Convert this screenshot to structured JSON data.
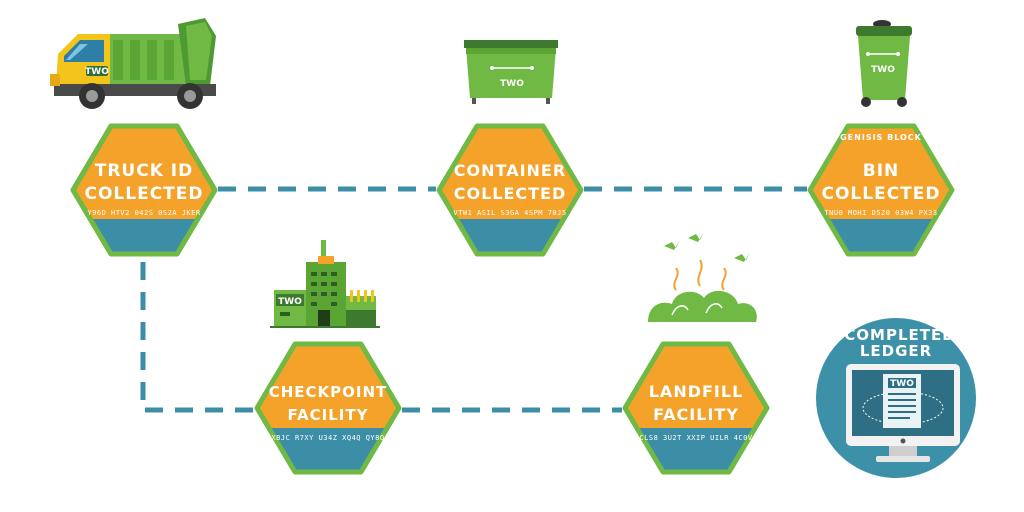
{
  "colors": {
    "orange": "#F4A22A",
    "teal": "#3C8DA6",
    "green": "#6FB944",
    "dark_green": "#3E7A2D",
    "truck_yellow": "#F3C419",
    "monitor_teal": "#3C91A8"
  },
  "brand_label": "TWO",
  "nodes": {
    "truck": {
      "line1": "TRUCK ID",
      "line2": "COLLECTED",
      "code": "Y96D HTV2 042S 0S2A JKER"
    },
    "container": {
      "line1": "CONTAINER",
      "line2": "COLLECTED",
      "code": "VTW1 ASIL S3GA 4SPM 70J5"
    },
    "bin": {
      "line1": "BIN",
      "line2": "COLLECTED",
      "code": "TNU0 MOHI D520 03W4 PX33",
      "top_label": "GENISIS BLOCK"
    },
    "checkpoint": {
      "line1": "CHECKPOINT",
      "line2": "FACILITY",
      "code": "XBJC R7XY U34Z XQ4Q QY8Q"
    },
    "landfill": {
      "line1": "LANDFILL",
      "line2": "FACILITY",
      "code": "CLS8 3U2T XXIP UILR 4C0V"
    }
  },
  "ledger": {
    "line1": "COMPLETED",
    "line2": "LEDGER"
  },
  "icons": [
    "garbage-truck-icon",
    "dumpster-icon",
    "wheelie-bin-icon",
    "factory-icon",
    "landfill-icon",
    "monitor-icon"
  ]
}
